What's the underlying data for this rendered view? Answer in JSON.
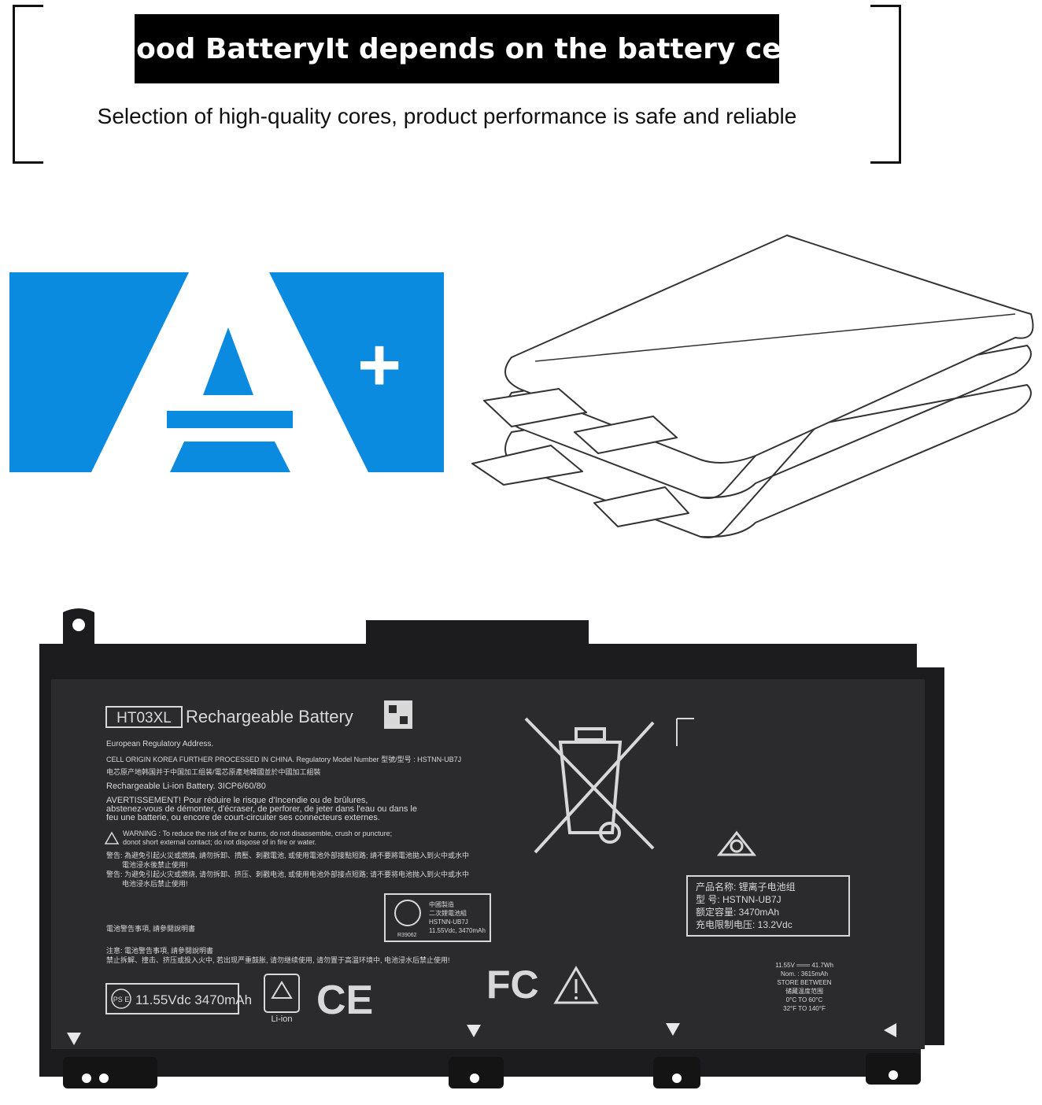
{
  "header": {
    "title": "Good BatteryIt depends on the battery cell",
    "subtitle": "Selection of high-quality cores, product performance is safe and reliable"
  },
  "grade_badge": {
    "letter": "A",
    "suffix": "+",
    "color": "#0a8be0"
  },
  "battery_label": {
    "model": "HT03XL",
    "product": "Rechargeable Battery",
    "eu_address": "European Regulatory Address.",
    "cell_origin": "CELL ORIGIN KOREA FURTHER PROCESSED IN CHINA. Regulatory Model Number 型號/型号 : HSTNN-UB7J",
    "cell_origin_cn": "电芯原产地韩国并于中国加工组装/電芯原產地韓國並於中國加工組裝",
    "cell_type": "Rechargeable Li-ion Battery.  3ICP6/60/80",
    "fr_warning": [
      "AVERTISSEMENT! Pour réduire le risque d'Incendie ou de brûlures,",
      "abstenez-vous de démonter, d'écraser, de perforer, de jeter dans l'eau ou dans le",
      "feu une batterie, ou encore de court-circuiter ses connecteurs externes."
    ],
    "en_warning": [
      "WARNING : To reduce the risk of fire or burns, do not disassemble, crush or puncture;",
      "donot short external contact; do not dispose of in fire or water."
    ],
    "cn_warning": [
      "警告: 為避免引起火災或燃燒, 請勿拆卸、擠壓、刺戳電池, 或使用電池外部接點短路; 請不要將電池拋入到火中或水中",
      "電池浸水後禁止使用!",
      "警告: 为避免引起火灾或燃烧, 请勿拆卸、挤压、刺戳电池, 或使用电池外部接点短路; 请不要将电池抛入到火中或水中",
      "电池浸水后禁止使用!"
    ],
    "tw_notice": "電池警告事項, 請參閱說明書",
    "cn_notice": [
      "注意: 電池警告事項, 請參閱說明書",
      "禁止拆解、撞击、挤压或投入火中, 若出现严重鼓胀, 请勿继续使用, 请勿置于高温环境中, 电池浸水后禁止使用!"
    ],
    "rating": "11.55Vdc  3470mAh",
    "pse_mark": "PS E",
    "recycle_label": "Li-ion",
    "ce_mark": "CE",
    "fc_mark": "FC",
    "tw_box": {
      "lines": [
        "中國製造",
        "二次鋰電池組",
        "HSTNN-UB7J",
        "11.55Vdc, 3470mAh"
      ],
      "code": "R39062"
    },
    "cn_box": {
      "lines": [
        "产品名称: 锂离子电池组",
        "型    号: HSTNN-UB7J",
        "额定容量: 3470mAh",
        "充电限制电压: 13.2Vdc"
      ]
    },
    "specs": [
      "11.55V ═══ 41.7Wh",
      "Nom. : 3615mAh",
      "STORE BETWEEN",
      "储藏温度范围",
      "0°C TO 60°C",
      "32°F TO 140°F"
    ]
  }
}
